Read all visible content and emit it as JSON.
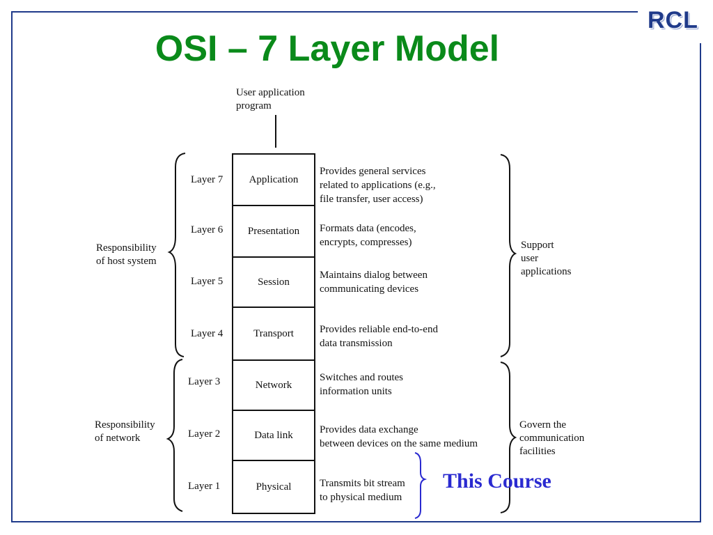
{
  "title": "OSI – 7 Layer Model",
  "logo_text": "RCL",
  "top_label": [
    "User application",
    "program"
  ],
  "layers": [
    {
      "layer": "Layer 7",
      "name": "Application",
      "desc": [
        "Provides general services",
        "related to applications (e.g.,",
        "file transfer, user access)"
      ]
    },
    {
      "layer": "Layer 6",
      "name": "Presentation",
      "desc": [
        "Formats data (encodes,",
        "encrypts, compresses)"
      ]
    },
    {
      "layer": "Layer 5",
      "name": "Session",
      "desc": [
        "Maintains dialog between",
        "communicating devices"
      ]
    },
    {
      "layer": "Layer 4",
      "name": "Transport",
      "desc": [
        "Provides reliable end-to-end",
        "data transmission"
      ]
    },
    {
      "layer": "Layer 3",
      "name": "Network",
      "desc": [
        "Switches and routes",
        "information units"
      ]
    },
    {
      "layer": "Layer 2",
      "name": "Data link",
      "desc": [
        "Provides data exchange",
        "between devices on the same medium"
      ]
    },
    {
      "layer": "Layer 1",
      "name": "Physical",
      "desc": [
        "Transmits bit stream",
        "to physical medium"
      ]
    }
  ],
  "left_groups": [
    [
      "Responsibility",
      "of host system"
    ],
    [
      "Responsibility",
      "of network"
    ]
  ],
  "right_groups": [
    [
      "Support",
      "user",
      "applications"
    ],
    [
      "Govern the",
      "communication",
      "facilities"
    ]
  ],
  "highlight": "This Course",
  "colors": {
    "title": "#0a8a1a",
    "frame": "#1f3a8a",
    "highlight": "#2a2ad0"
  }
}
